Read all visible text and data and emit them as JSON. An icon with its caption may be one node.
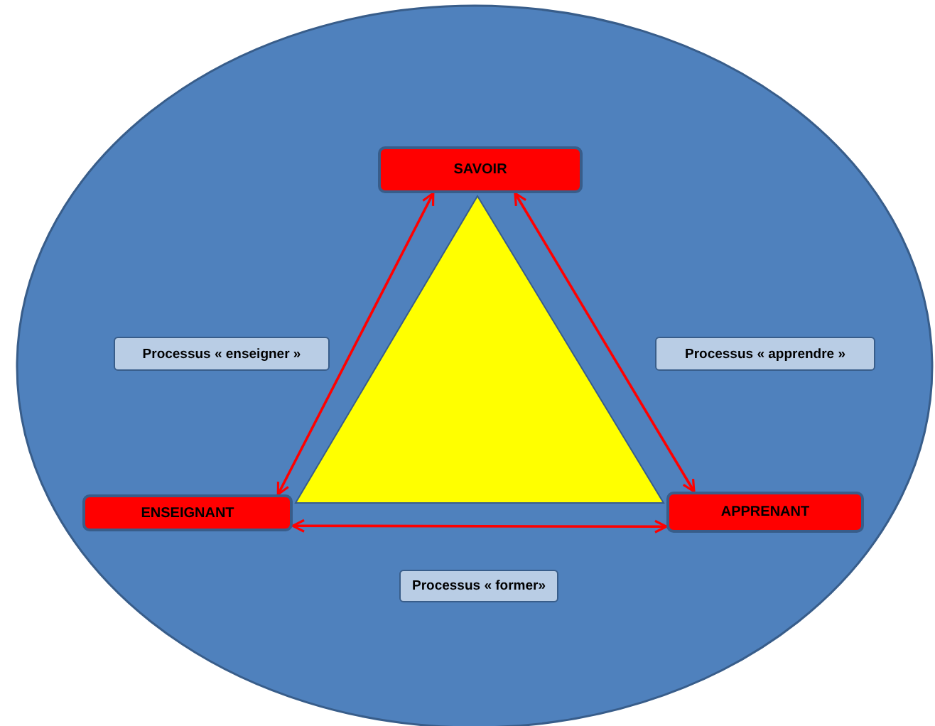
{
  "diagram": {
    "nodes": [
      {
        "text": [
          "SAVOIR"
        ]
      },
      {
        "text": [
          "Processus « enseigner »"
        ]
      },
      {
        "text": [
          "Processus « apprendre »"
        ]
      },
      {
        "text": [
          "ENSEIGNANT"
        ]
      },
      {
        "text": [
          "APPRENANT"
        ]
      },
      {
        "text": [
          "Processus « former»"
        ]
      }
    ],
    "edges": [
      {
        "from": 0,
        "to": 3,
        "arrow": "both"
      },
      {
        "from": 0,
        "to": 4,
        "arrow": "both"
      },
      {
        "from": 3,
        "to": 4,
        "arrow": "both"
      }
    ]
  }
}
